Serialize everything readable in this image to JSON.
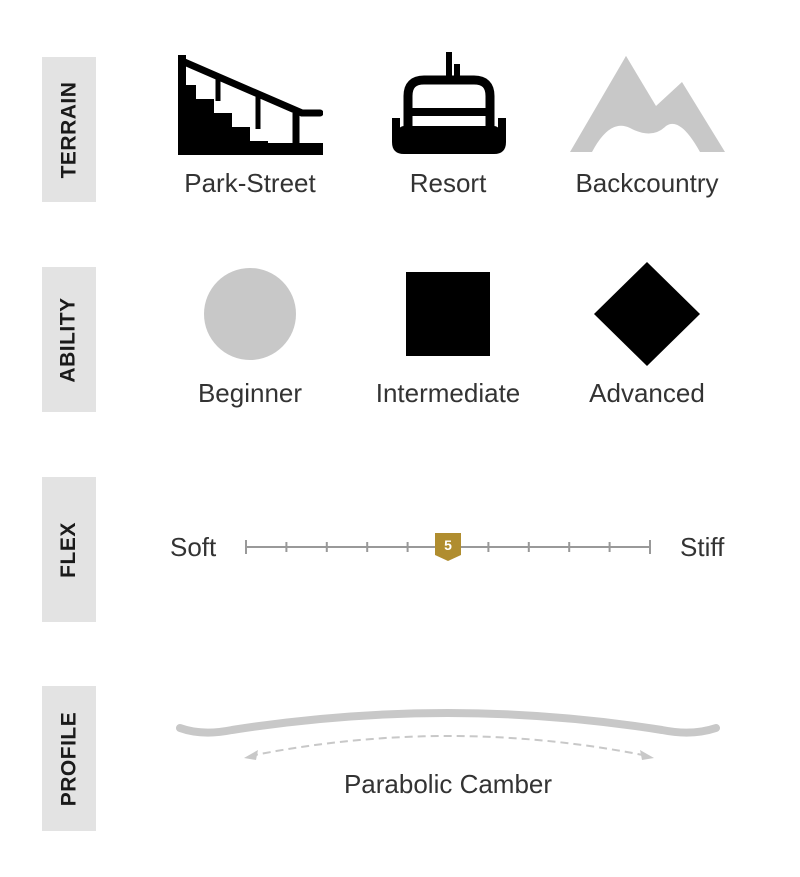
{
  "sections": {
    "terrain": "TERRAIN",
    "ability": "ABILITY",
    "flex": "FLEX",
    "profile": "PROFILE"
  },
  "terrain": {
    "items": [
      {
        "label": "Park-Street",
        "icon": "stairs-rail-icon",
        "active": true
      },
      {
        "label": "Resort",
        "icon": "chairlift-icon",
        "active": true
      },
      {
        "label": "Backcountry",
        "icon": "mountain-icon",
        "active": false
      }
    ]
  },
  "ability": {
    "items": [
      {
        "label": "Beginner",
        "icon": "green-circle-icon",
        "active": false
      },
      {
        "label": "Intermediate",
        "icon": "blue-square-icon",
        "active": true
      },
      {
        "label": "Advanced",
        "icon": "black-diamond-icon",
        "active": true
      }
    ]
  },
  "flex": {
    "min_label": "Soft",
    "max_label": "Stiff",
    "value": 5,
    "value_text": "5",
    "scale_max": 10
  },
  "profile": {
    "label": "Parabolic Camber",
    "icon": "camber-profile-icon"
  },
  "colors": {
    "active": "#000000",
    "inactive": "#c8c8c8",
    "tab_bg": "#e3e3e3",
    "badge": "#b08d2f",
    "scale_line": "#999999"
  }
}
